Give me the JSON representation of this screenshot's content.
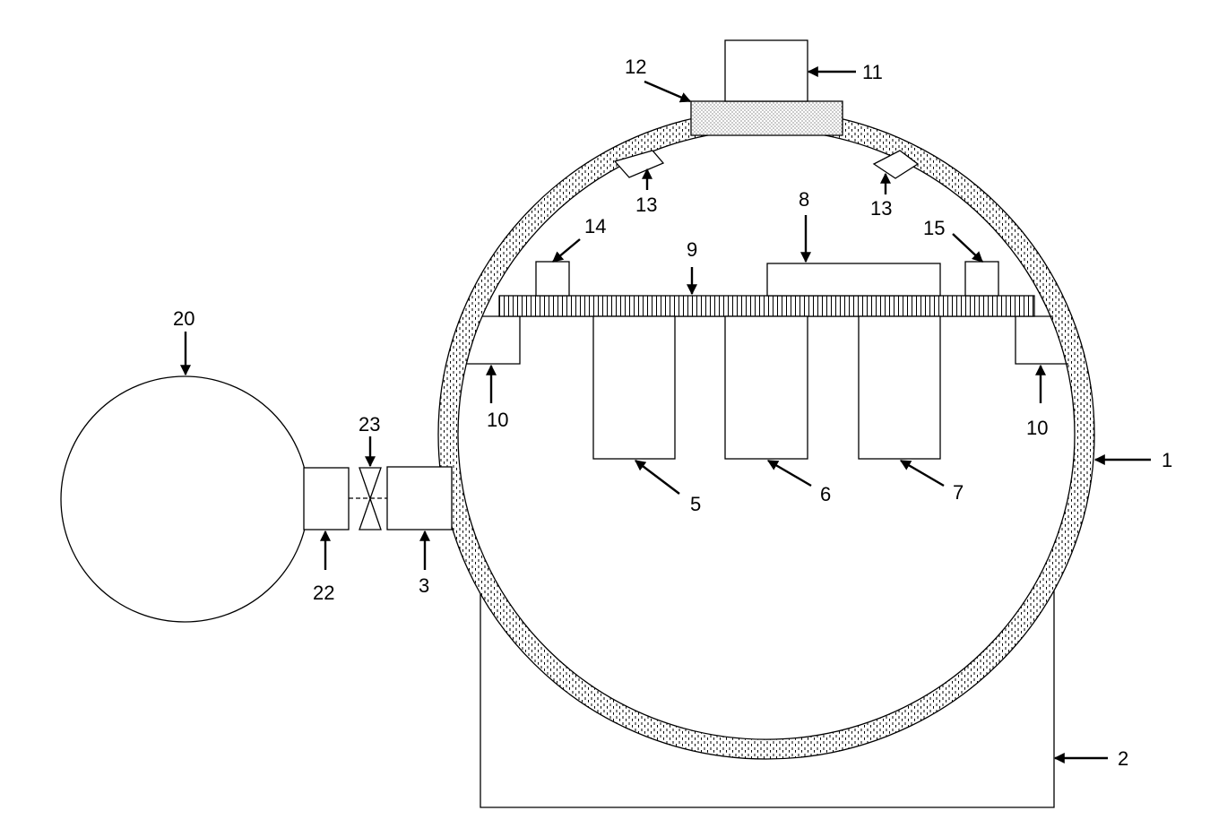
{
  "diagram": {
    "labels": {
      "l1": "1",
      "l2": "2",
      "l3": "3",
      "l5": "5",
      "l6": "6",
      "l7": "7",
      "l8": "8",
      "l9": "9",
      "l10a": "10",
      "l10b": "10",
      "l11": "11",
      "l12": "12",
      "l13a": "13",
      "l13b": "13",
      "l14": "14",
      "l15": "15",
      "l20": "20",
      "l22": "22",
      "l23": "23"
    },
    "colors": {
      "stroke": "#000000",
      "background": "#ffffff"
    }
  }
}
